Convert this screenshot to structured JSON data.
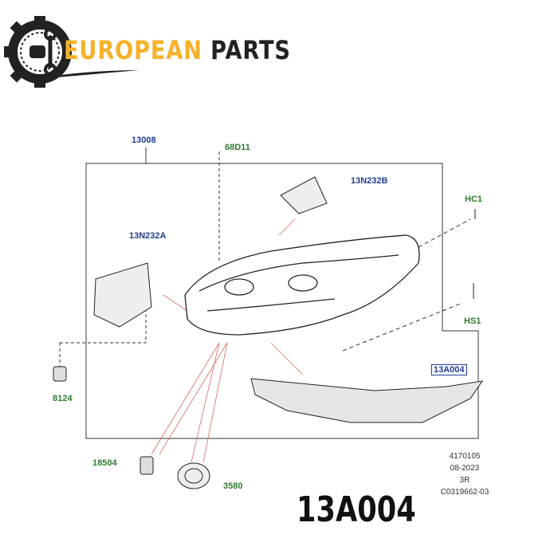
{
  "logo": {
    "word1": "EUROPEAN",
    "word2": "PARTS"
  },
  "labels": {
    "housing": "13008",
    "screw_top": "68D11",
    "bracket_b": "13N232B",
    "bracket_a": "13N232A",
    "hc1": "HC1",
    "hs1": "HS1",
    "nut": "8124",
    "support": "13A004",
    "socket": "18504",
    "cap": "3580"
  },
  "info": [
    "4170105",
    "08-2023",
    "3R",
    "C0319662-03"
  ],
  "part_code": "13A004",
  "colors": {
    "accent": "#f5b22a",
    "blue_label": "#1f3e8c",
    "green_label": "#2f7a2f"
  }
}
